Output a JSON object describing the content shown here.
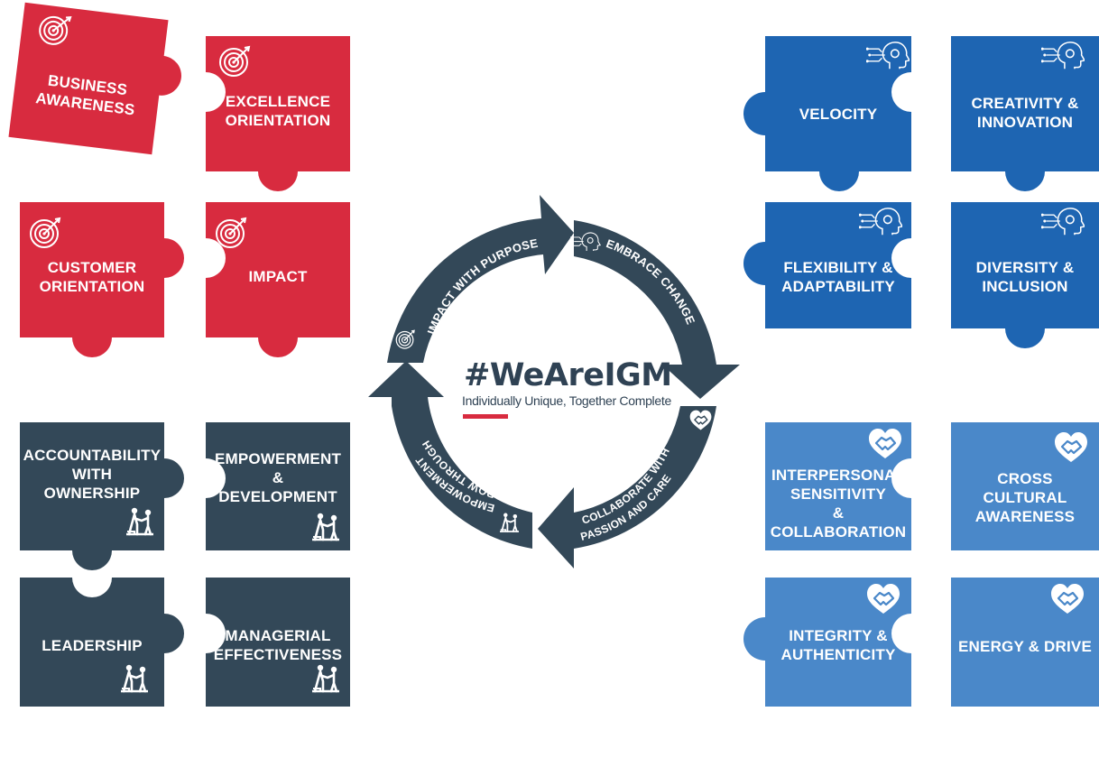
{
  "brand": {
    "title": "#WeAreIGM",
    "tagline": "Individually Unique, Together Complete"
  },
  "cycle": {
    "segments": [
      {
        "label": "IMPACT WITH PURPOSE",
        "icon": "target-icon"
      },
      {
        "label": "EMBRACE CHANGE",
        "icon": "ai-head-icon"
      },
      {
        "label": "COLLABORATE WITH",
        "label2": "PASSION AND CARE",
        "icon": "heart-handshake-icon"
      },
      {
        "label": "GROW THROUGH",
        "label2": "EMPOWERMENT",
        "icon": "mentoring-icon"
      }
    ]
  },
  "groups": {
    "impact": {
      "color": "#d82b3f",
      "icon": "target-icon",
      "pieces": [
        {
          "line1": "BUSINESS",
          "line2": "AWARENESS"
        },
        {
          "line1": "EXCELLENCE",
          "line2": "ORIENTATION"
        },
        {
          "line1": "CUSTOMER",
          "line2": "ORIENTATION"
        },
        {
          "line1": "IMPACT",
          "line2": ""
        }
      ]
    },
    "change": {
      "color": "#1e65b2",
      "icon": "ai-head-icon",
      "pieces": [
        {
          "line1": "VELOCITY",
          "line2": ""
        },
        {
          "line1": "CREATIVITY &",
          "line2": "INNOVATION"
        },
        {
          "line1": "FLEXIBILITY &",
          "line2": "ADAPTABILITY"
        },
        {
          "line1": "DIVERSITY &",
          "line2": "INCLUSION"
        }
      ]
    },
    "growth": {
      "color": "#334858",
      "icon": "mentoring-icon",
      "pieces": [
        {
          "line1": "ACCOUNTABILITY",
          "line2": "WITH",
          "line3": "OWNERSHIP"
        },
        {
          "line1": "EMPOWERMENT",
          "line2": "&",
          "line3": "DEVELOPMENT"
        },
        {
          "line1": "LEADERSHIP",
          "line2": ""
        },
        {
          "line1": "MANAGERIAL",
          "line2": "EFFECTIVENESS"
        }
      ]
    },
    "collaborate": {
      "color": "#4a88c9",
      "icon": "heart-handshake-icon",
      "pieces": [
        {
          "line1": "INTERPERSONAL",
          "line2": "SENSITIVITY",
          "line3": "&",
          "line4": "COLLABORATION"
        },
        {
          "line1": "CROSS",
          "line2": "CULTURAL",
          "line3": "AWARENESS"
        },
        {
          "line1": "INTEGRITY &",
          "line2": "AUTHENTICITY"
        },
        {
          "line1": "ENERGY & DRIVE",
          "line2": ""
        }
      ]
    }
  }
}
